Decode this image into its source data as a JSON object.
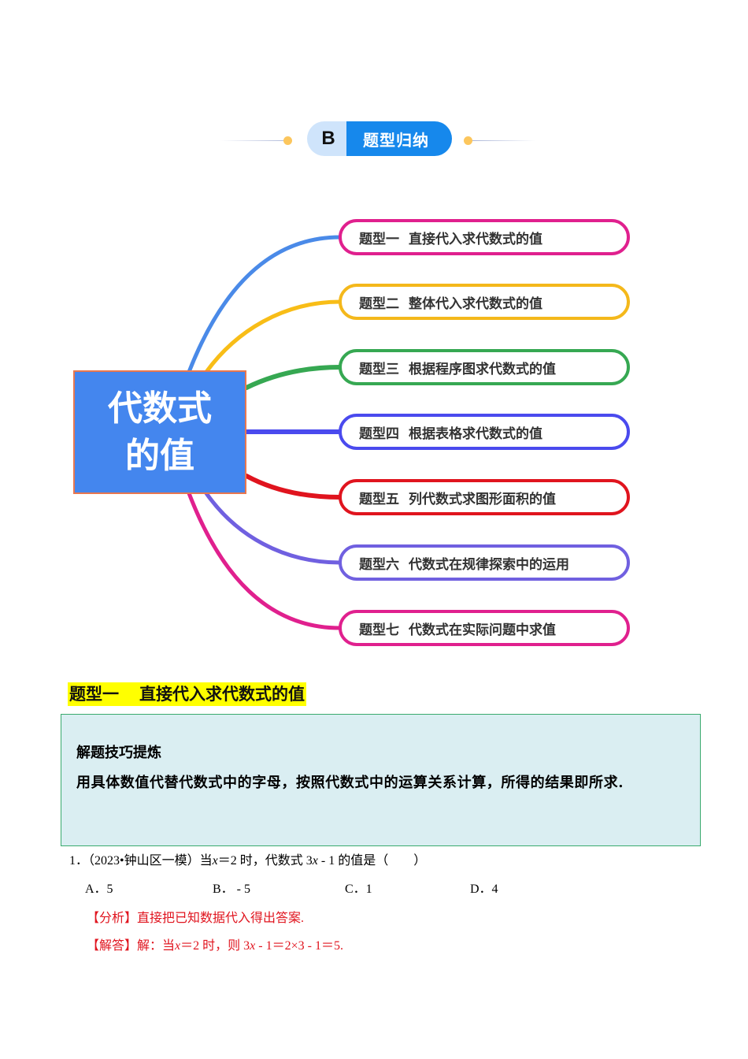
{
  "badge": {
    "letter": "B",
    "title": "题型归纳",
    "colors": {
      "letter_bg": "#cfe4fb",
      "title_bg": "#1688ec",
      "dot": "#fcc65d"
    }
  },
  "mindmap": {
    "center": {
      "line1": "代数式",
      "line2": "的值",
      "bg": "#4486ee",
      "border": "#e8774f"
    },
    "topics": [
      {
        "num": "题型一",
        "label": "直接代入求代数式的值",
        "color": "#e0208e",
        "branch": "#4a8ae8"
      },
      {
        "num": "题型二",
        "label": "整体代入求代数式的值",
        "color": "#f4b81b",
        "branch": "#f8bd17"
      },
      {
        "num": "题型三",
        "label": "根据程序图求代数式的值",
        "color": "#36a852",
        "branch": "#36a852"
      },
      {
        "num": "题型四",
        "label": "根据表格求代数式的值",
        "color": "#4a4aee",
        "branch": "#4a4aee"
      },
      {
        "num": "题型五",
        "label": "列代数式求图形面积的值",
        "color": "#e0141e",
        "branch": "#e0141e"
      },
      {
        "num": "题型六",
        "label": "代数式在规律探索中的运用",
        "color": "#7060e0",
        "branch": "#7060e0"
      },
      {
        "num": "题型七",
        "label": "代数式在实际问题中求值",
        "color": "#e0208e",
        "branch": "#e0208e"
      }
    ]
  },
  "section": {
    "num": "题型一",
    "title": "直接代入求代数式的值",
    "highlight": "#ffff00"
  },
  "tip": {
    "title": "解题技巧提炼",
    "body": "用具体数值代替代数式中的字母，按照代数式中的运算关系计算，所得的结果即所求."
  },
  "question": {
    "number": "1．",
    "source": "（2023•钟山区一模）",
    "stem_pre": "当",
    "var": "x",
    "stem_mid": "＝2 时，代数式 3",
    "stem_post": " - 1 的值是（　　）",
    "options": [
      {
        "label": "A．5"
      },
      {
        "label": "B． - 5"
      },
      {
        "label": "C．1"
      },
      {
        "label": "D．4"
      }
    ],
    "analysis_tag": "【分析】",
    "analysis": "直接把已知数据代入得出答案.",
    "answer_tag": "【解答】",
    "answer_pre": "解：当",
    "answer_mid": "＝2 时，则 3",
    "answer_post": " - 1＝2×3 - 1＝5."
  }
}
